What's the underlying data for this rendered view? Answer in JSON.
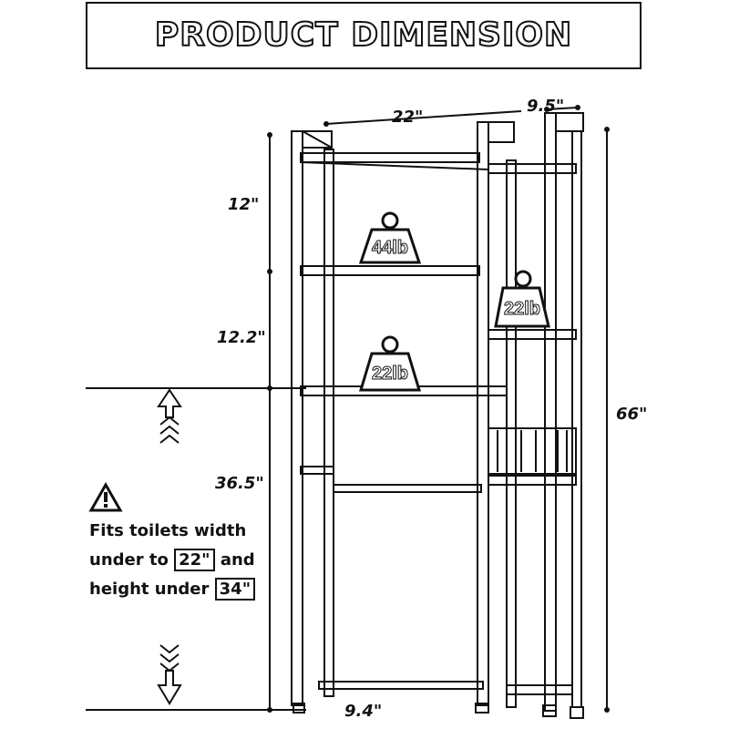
{
  "title": "PRODUCT DIMENSION",
  "dimensions": {
    "width": "22\"",
    "depth": "9.5\"",
    "shelf_gap_top": "12\"",
    "shelf_gap_mid": "12.2\"",
    "bottom_clearance": "36.5\"",
    "total_height": "66\"",
    "base_depth": "9.4\""
  },
  "weights": {
    "top_shelf": "44lb",
    "side_shelf": "22lb",
    "lower_shelf": "22lb"
  },
  "note": {
    "line1": "Fits toilets width",
    "line2_prefix": "under to",
    "line2_value": "22\"",
    "line2_suffix": "and",
    "line3_prefix": "height under",
    "line3_value": "34\""
  },
  "icons": [
    "warning-icon",
    "up-arrow-icon",
    "down-arrow-icon",
    "weight-icon"
  ],
  "colors": {
    "line": "#111111",
    "background": "#ffffff"
  }
}
